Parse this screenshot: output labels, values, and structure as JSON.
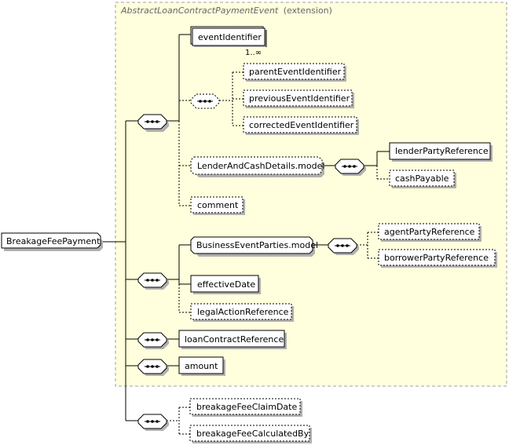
{
  "extension": {
    "type_name": "AbstractLoanContractPaymentEvent",
    "suffix": "(extension)"
  },
  "root": {
    "label": "BreakageFeePayment"
  },
  "elements": {
    "event_identifier": "eventIdentifier",
    "event_identifier_cardinality": "1..∞",
    "parent_event_identifier": "parentEventIdentifier",
    "previous_event_identifier": "previousEventIdentifier",
    "corrected_event_identifier": "correctedEventIdentifier",
    "lender_and_cash_details": "LenderAndCashDetails.model",
    "lender_party_reference": "lenderPartyReference",
    "cash_payable": "cashPayable",
    "comment": "comment",
    "business_event_parties": "BusinessEventParties.model",
    "agent_party_reference": "agentPartyReference",
    "borrower_party_reference": "borrowerPartyReference",
    "effective_date": "effectiveDate",
    "legal_action_reference": "legalActionReference",
    "loan_contract_reference": "loanContractReference",
    "amount": "amount",
    "breakage_fee_claim_date": "breakageFeeClaimDate",
    "breakage_fee_calculated_by": "breakageFeeCalculatedBy"
  },
  "colors": {
    "extension_fill": "#ffffdd",
    "extension_border": "#a0a0a0",
    "box_fill": "#ffffff",
    "shadow": "#b0b0b0",
    "line": "#000000"
  }
}
